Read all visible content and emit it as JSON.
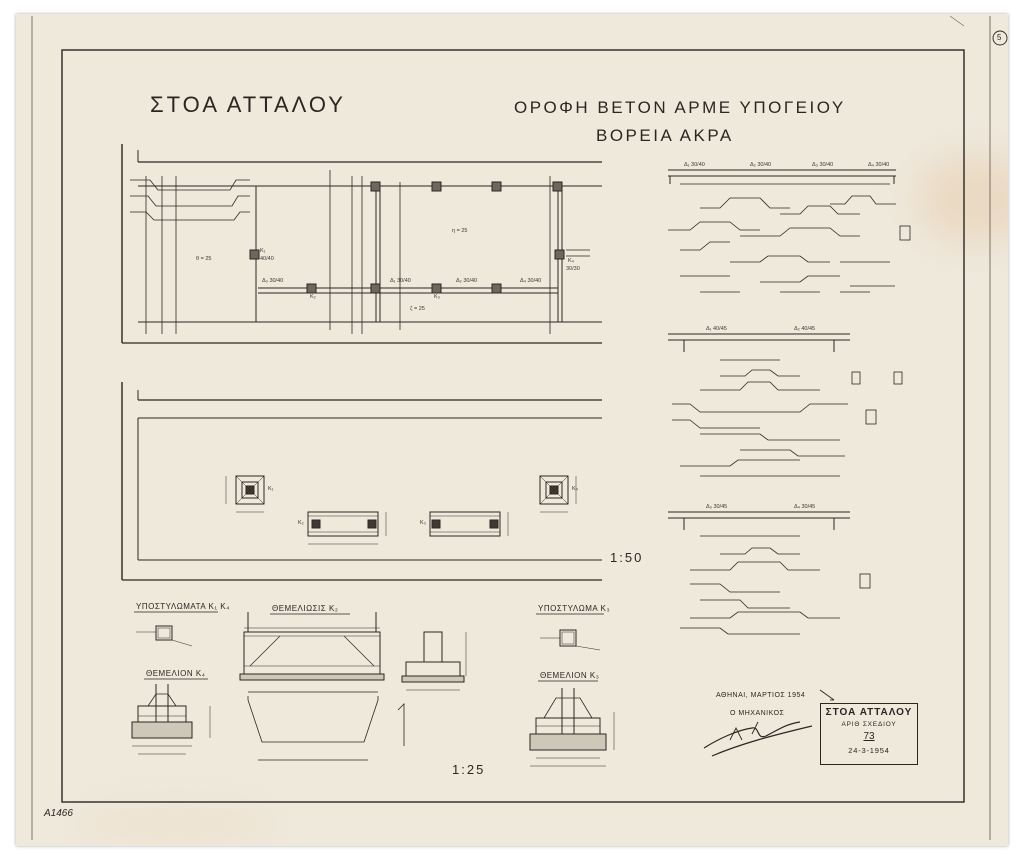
{
  "sheet": {
    "title": "ΣΤΟΑ ΑΤΤΑΛΟΥ",
    "heading_line1": "ΟΡΟΦΗ ΒΕΤΟΝ ΑΡΜΕ ΥΠΟΓΕΙΟΥ",
    "heading_line2": "ΒΟΡΕΙΑ ΑΚΡΑ",
    "sheet_number": "5",
    "archive_number": "A1466",
    "scale_plan": "1:50",
    "scale_details": "1:25"
  },
  "details": {
    "columns_title": "ΥΠΟΣΤΥΛΩΜΑΤΑ Κ₁ Κ₄",
    "foundation_k4": "ΘΕΜΕΛΙΟΝ Κ₄",
    "foundations_k2": "ΘΕΜΕΛΙΩΣΙΣ Κ₂",
    "column_k3": "ΥΠΟΣΤΥΛΩΜΑ Κ₃",
    "foundation_k3": "ΘΕΜΕΛΙΟΝ Κ₃"
  },
  "signature": {
    "place_date": "ΑΘΗΝΑΙ, ΜΑΡΤΙΟΣ 1954",
    "role": "Ο ΜΗΧΑΝΙΚΟΣ"
  },
  "title_block": {
    "name": "ΣΤΟΑ ΑΤΤΑΛΟΥ",
    "label": "ΑΡΙΘ ΣΧΕΔΙΟΥ",
    "number": "73",
    "date": "24-3-1954"
  },
  "plan_labels": {
    "theta": "θ = 25",
    "eta": "η = 25",
    "zeta": "ζ = 25",
    "k1": "Κ₁",
    "k2": "Κ₂",
    "k3": "Κ₃",
    "k4": "Κ₄",
    "k4_size": "30/30",
    "k1_size": "40/40"
  },
  "beams": {
    "d1": "Δ₁ 30/40",
    "d2": "Δ₂ 30/40",
    "d3": "Δ₃ 30/40",
    "d4": "Δ₄ 30/40",
    "d1b": "Δ₁ 40/45",
    "d2b": "Δ₂ 40/45",
    "d3b": "Δ₃ 30/45",
    "d4b": "Δ₄ 30/45"
  },
  "colors": {
    "paper": "#efe9dc",
    "ink": "#2a2722",
    "stain": "#e2be96"
  }
}
